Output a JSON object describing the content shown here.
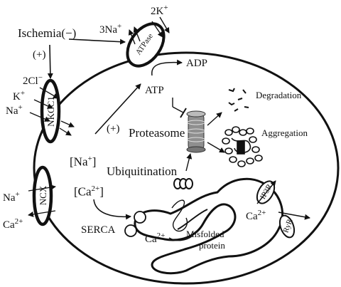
{
  "labels": {
    "ischemia": "Ischemia",
    "minus": "(−)",
    "plus_left": "(+)",
    "plus_center": "(+)",
    "na3": "3Na",
    "k2": "2K",
    "atpase": "ATPase",
    "adp": "ADP",
    "atp": "ATP",
    "cl2": "2Cl",
    "k": "K",
    "na_left": "Na",
    "nkcc1": "NKCC1",
    "na_in": "[Na",
    "ncx": "NCX",
    "na_ncx": "Na",
    "ca_ncx": "Ca",
    "ca_in": "[Ca",
    "proteasome": "Proteasome",
    "ubiquitination": "Ubiquitination",
    "degradation": "Degradation",
    "aggregation": "Aggregation",
    "serca": "SERCA",
    "ca_serca": "Ca",
    "misfolded": "Misfolded",
    "protein": "protein",
    "ca_er": "Ca",
    "ip3r": "IP3R",
    "ryr": "RyR"
  },
  "superscripts": {
    "plus": "+",
    "minus": "−",
    "two_plus": "2+",
    "close_bracket": "]"
  },
  "colors": {
    "ink": "#111111",
    "proteasome_fill": "#8f8f8f",
    "background": "#ffffff"
  }
}
